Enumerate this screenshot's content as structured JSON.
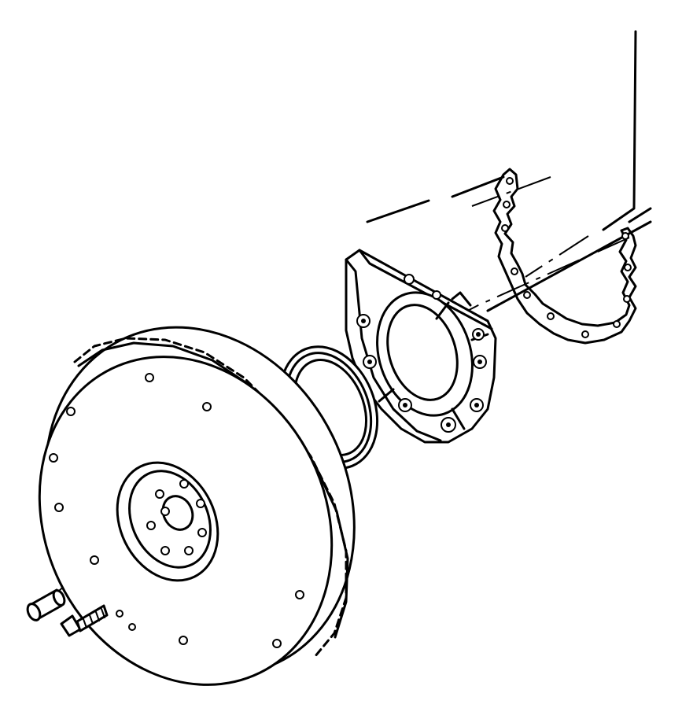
{
  "diagram": {
    "type": "exploded-view",
    "parts": [
      {
        "id": "engine-block",
        "icon": "engine-block-outline-icon"
      },
      {
        "id": "rear-cover-gasket",
        "icon": "gasket-icon"
      },
      {
        "id": "rear-seal-housing",
        "icon": "seal-housing-icon"
      },
      {
        "id": "rear-main-oil-seal",
        "icon": "oil-seal-icon"
      },
      {
        "id": "flywheel",
        "icon": "flywheel-ring-gear-icon"
      },
      {
        "id": "pilot-bushing",
        "icon": "dowel-pin-icon"
      },
      {
        "id": "flywheel-bolt",
        "icon": "bolt-icon"
      }
    ],
    "colors": {
      "line": "#000000",
      "background": "#ffffff"
    }
  }
}
